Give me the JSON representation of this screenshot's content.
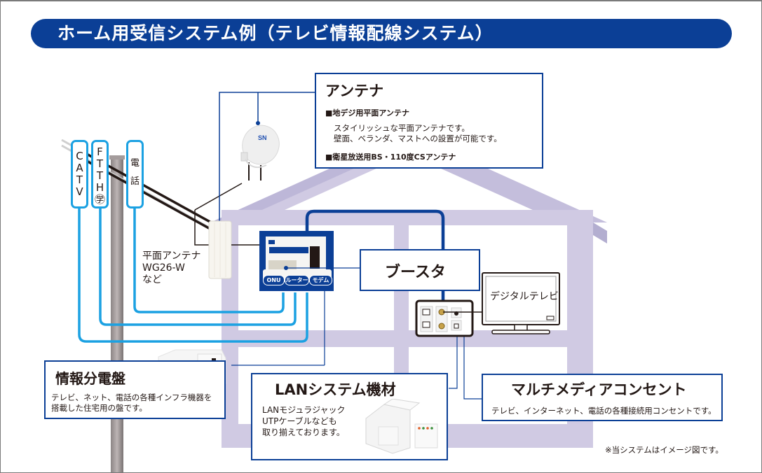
{
  "title": "ホーム用受信システム例（テレビ情報配線システム）",
  "antenna_box": {
    "title": "アンテナ",
    "item1_heading": "■地デジ用平面アンテナ",
    "item1_line1": "スタイリッシュな平面アンテナです。",
    "item1_line2": "壁面、ベランダ、マストへの設置が可能です。",
    "item2_heading": "■衛星放送用BS・110度CSアンテナ"
  },
  "line_labels": {
    "catv": [
      "C",
      "A",
      "T",
      "V"
    ],
    "ftth": [
      "F",
      "T",
      "T",
      "H",
      "㊫"
    ],
    "phone": [
      "電",
      "話"
    ]
  },
  "flat_antenna_label": {
    "line1": "平面アンテナ",
    "line2": "WG26-W",
    "line3": "など"
  },
  "panel_pills": [
    "ONU",
    "ルーター",
    "モデム"
  ],
  "booster_label": "ブースタ",
  "tv_label": "デジタルテレビ",
  "distribution_box": {
    "title": "情報分電盤",
    "line1": "テレビ、ネット、電話の各種インフラ機器を",
    "line2": "搭載した住宅用の盤です。"
  },
  "lan_box": {
    "title": "LANシステム機材",
    "line1": "LANモジュラジャック",
    "line2": "UTPケーブルなども",
    "line3": "取り揃えております。"
  },
  "multimedia_box": {
    "title": "マルチメディアコンセント",
    "line1": "テレビ、インターネット、電話の各種接続用コンセントです。"
  },
  "footnote": "※当システムはイメージ図です。",
  "colors": {
    "navy": "#0b3f96",
    "cyan": "#1ba1e2",
    "house": "#d0cae3",
    "house_shadow": "#b3aed0"
  }
}
